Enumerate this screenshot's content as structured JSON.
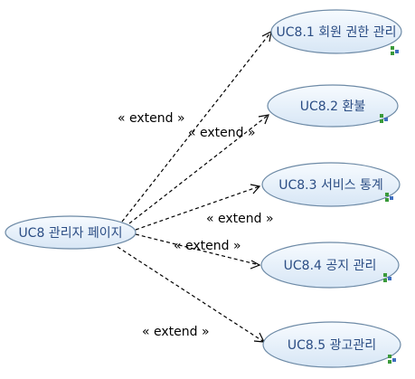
{
  "diagram": {
    "nodes": [
      {
        "id": "uc8",
        "label": "UC8 관리자 페이지",
        "icon": "actor-icon",
        "has_icon": false
      },
      {
        "id": "uc8_1",
        "label": "UC8.1 회원 권한 관리",
        "icon": "usecase-icon",
        "has_icon": true
      },
      {
        "id": "uc8_2",
        "label": "UC8.2 환불",
        "icon": "usecase-icon",
        "has_icon": true
      },
      {
        "id": "uc8_3",
        "label": "UC8.3 서비스 통계",
        "icon": "usecase-icon",
        "has_icon": true
      },
      {
        "id": "uc8_4",
        "label": "UC8.4 공지 관리",
        "icon": "usecase-icon",
        "has_icon": true
      },
      {
        "id": "uc8_5",
        "label": "UC8.5 광고관리",
        "icon": "usecase-icon",
        "has_icon": true
      }
    ],
    "edges": [
      {
        "from": "uc8",
        "to": "uc8_1",
        "label": "« extend »"
      },
      {
        "from": "uc8",
        "to": "uc8_2",
        "label": "« extend »"
      },
      {
        "from": "uc8",
        "to": "uc8_3",
        "label": "« extend »"
      },
      {
        "from": "uc8",
        "to": "uc8_4",
        "label": "« extend »"
      },
      {
        "from": "uc8",
        "to": "uc8_5",
        "label": "« extend »"
      }
    ],
    "colors": {
      "node_fill_top": "#f7fbff",
      "node_fill_bottom": "#d7e6f5",
      "node_stroke": "#6d8aa6",
      "node_text": "#2b4d84",
      "edge": "#000000",
      "icon_green": "#3a9a3a",
      "icon_blue": "#3f6fbf"
    }
  }
}
